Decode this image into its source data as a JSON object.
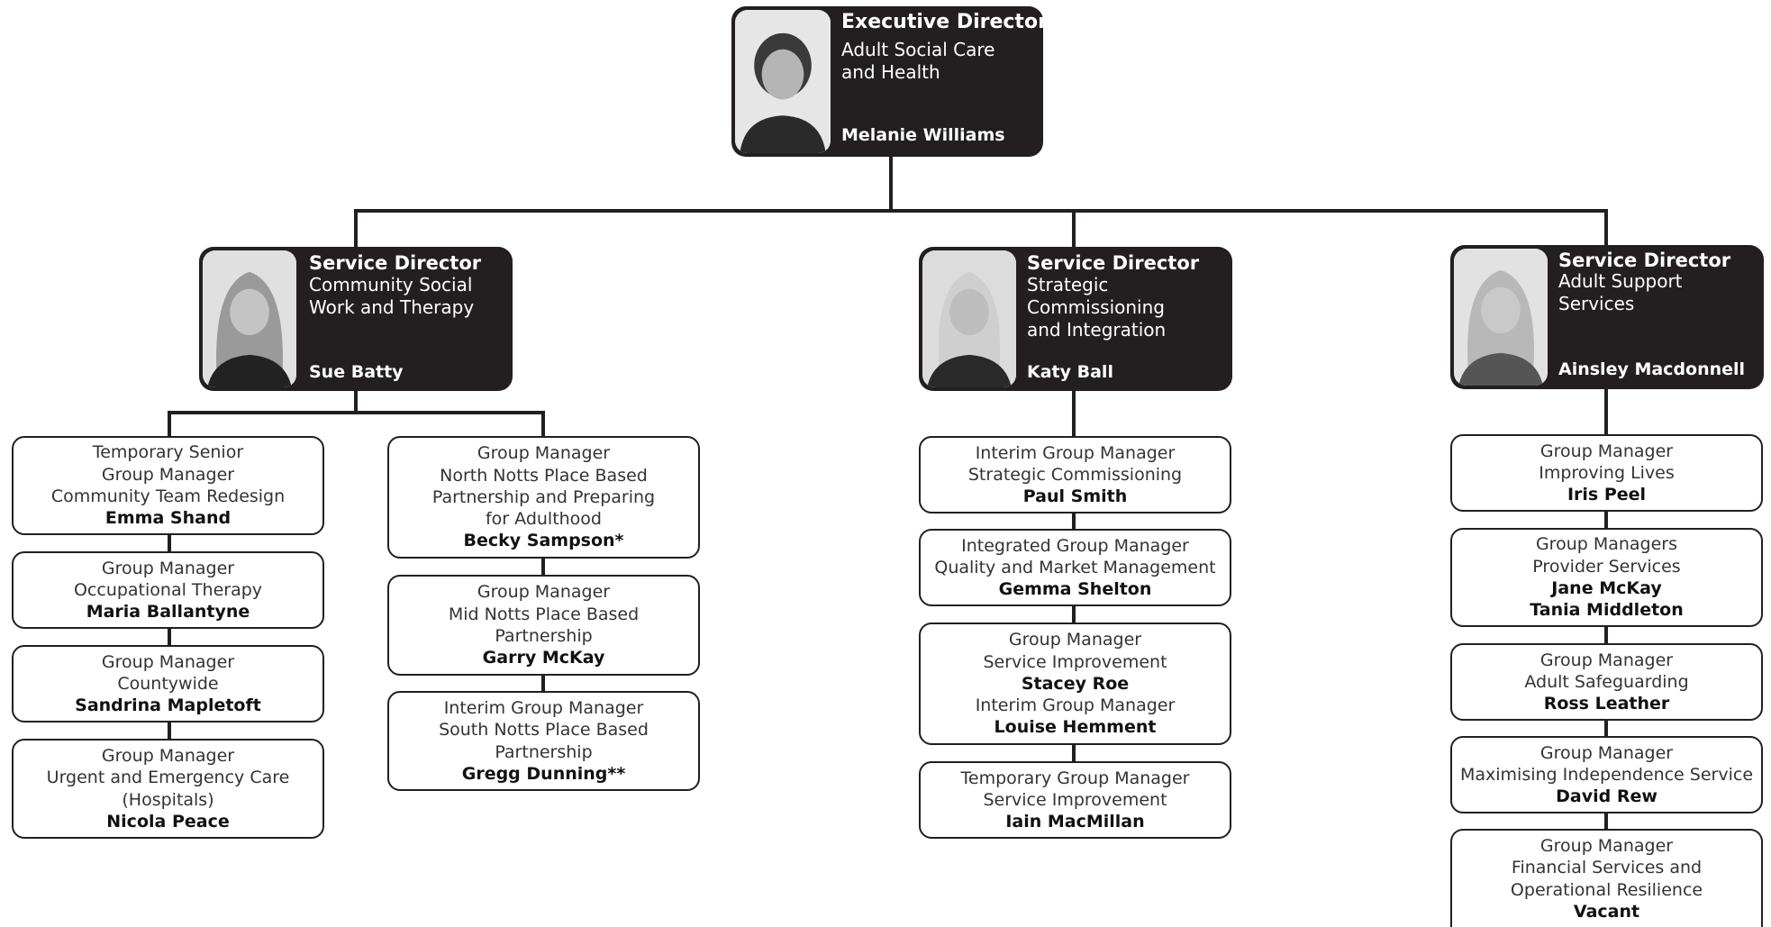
{
  "executive": {
    "title": "Executive Director",
    "subtitle": "Adult Social Care\nand Health",
    "name": "Melanie Williams"
  },
  "directors": [
    {
      "title": "Service Director",
      "subtitle": "Community Social\nWork and Therapy",
      "name": "Sue Batty",
      "columns": [
        [
          {
            "role": "Temporary Senior\nGroup Manager",
            "area": "Community Team Redesign",
            "people": [
              "Emma Shand"
            ]
          },
          {
            "role": "Group Manager",
            "area": "Occupational Therapy",
            "people": [
              "Maria Ballantyne"
            ]
          },
          {
            "role": "Group Manager",
            "area": "Countywide",
            "people": [
              "Sandrina Mapletoft"
            ]
          },
          {
            "role": "Group Manager",
            "area": "Urgent and Emergency Care\n(Hospitals)",
            "people": [
              "Nicola Peace"
            ]
          }
        ],
        [
          {
            "role": "Group Manager",
            "area": "North Notts Place Based\nPartnership and Preparing\nfor Adulthood",
            "people": [
              "Becky Sampson*"
            ]
          },
          {
            "role": "Group Manager",
            "area": "Mid Notts Place Based\nPartnership",
            "people": [
              "Garry McKay"
            ]
          },
          {
            "role": "Interim Group Manager",
            "area": "South Notts Place Based\nPartnership",
            "people": [
              "Gregg Dunning**"
            ]
          }
        ]
      ]
    },
    {
      "title": "Service Director",
      "subtitle": "Strategic\nCommissioning\nand Integration",
      "name": "Katy Ball",
      "columns": [
        [
          {
            "role": "Interim Group Manager",
            "area": "Strategic Commissioning",
            "people": [
              "Paul Smith"
            ]
          },
          {
            "role": "Integrated Group Manager",
            "area": "Quality and Market Management",
            "people": [
              "Gemma Shelton"
            ]
          },
          {
            "role": "Group Manager",
            "area": "Service Improvement",
            "people": [
              "Stacey Roe"
            ],
            "role2": "Interim Group Manager",
            "people2": [
              "Louise Hemment"
            ]
          },
          {
            "role": "Temporary Group Manager",
            "area": "Service Improvement",
            "people": [
              "Iain MacMillan"
            ]
          }
        ]
      ]
    },
    {
      "title": "Service Director",
      "subtitle": "Adult Support Services",
      "name": "Ainsley Macdonnell",
      "columns": [
        [
          {
            "role": "Group Manager",
            "area": "Improving Lives",
            "people": [
              "Iris Peel"
            ]
          },
          {
            "role": "Group Managers",
            "area": "Provider Services",
            "people": [
              "Jane McKay",
              "Tania Middleton"
            ]
          },
          {
            "role": "Group Manager",
            "area": "Adult Safeguarding",
            "people": [
              "Ross Leather"
            ]
          },
          {
            "role": "Group Manager",
            "area": "Maximising Independence Service",
            "people": [
              "David Rew"
            ]
          },
          {
            "role": "Group Manager",
            "area": "Financial Services and\nOperational Resilience",
            "people": [
              "Vacant"
            ]
          }
        ]
      ]
    }
  ]
}
